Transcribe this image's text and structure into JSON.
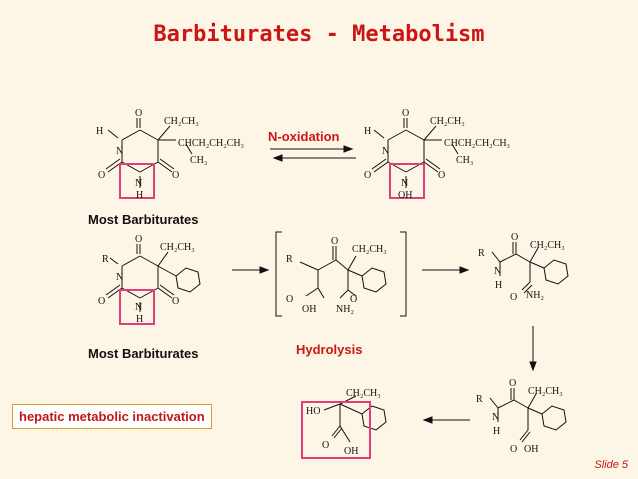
{
  "title": "Barbiturates - Metabolism",
  "labels": {
    "n_oxidation": "N-oxidation",
    "most_barbiturates_1": "Most Barbiturates",
    "most_barbiturates_2": "Most Barbiturates",
    "hydrolysis": "Hydrolysis",
    "inactivation": "hepatic metabolic inactivation",
    "slide": "Slide 5"
  },
  "chem_text": {
    "O": "O",
    "H": "H",
    "N": "N",
    "R": "R",
    "CH2CH3": "CH₂CH₃",
    "CHCH2CH2CH3": "CHCH₂CH₂CH₃",
    "CH3": "CH₃",
    "OH": "OH",
    "NH2": "NH₂",
    "HO": "HO"
  },
  "colors": {
    "title": "#cc1616",
    "highlight": "#e0407a",
    "background": "#fdf6e6"
  }
}
